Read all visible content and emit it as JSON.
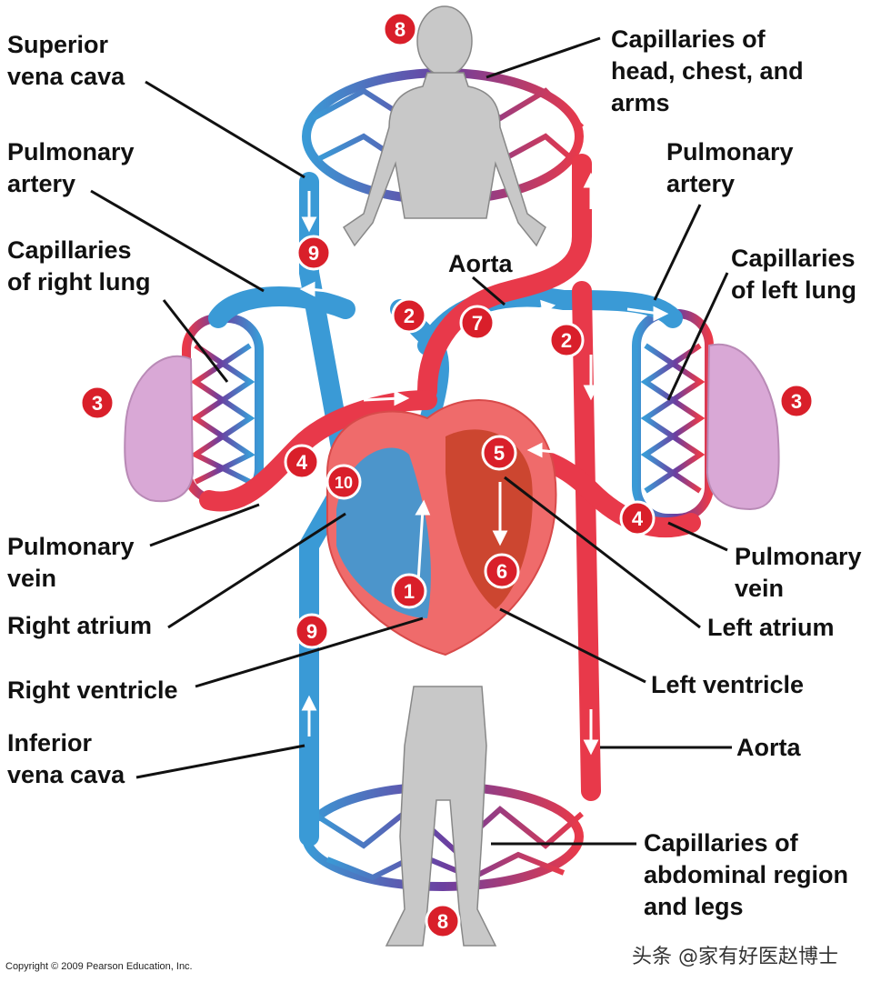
{
  "labels": {
    "superior_vena_cava": [
      "Superior",
      "vena cava"
    ],
    "capillaries_head": [
      "Capillaries of",
      "head, chest, and",
      "arms"
    ],
    "pulmonary_artery_left_side": [
      "Pulmonary",
      "artery"
    ],
    "pulmonary_artery_right_side": [
      "Pulmonary",
      "artery"
    ],
    "capillaries_right_lung": [
      "Capillaries",
      "of right lung"
    ],
    "capillaries_left_lung": [
      "Capillaries",
      "of left lung"
    ],
    "aorta_top": "Aorta",
    "pulmonary_vein_left_side": [
      "Pulmonary",
      "vein"
    ],
    "pulmonary_vein_right_side": [
      "Pulmonary",
      "vein"
    ],
    "right_atrium": "Right atrium",
    "left_atrium": "Left atrium",
    "right_ventricle": "Right ventricle",
    "left_ventricle": "Left ventricle",
    "inferior_vena_cava": [
      "Inferior",
      "vena cava"
    ],
    "aorta_bottom": "Aorta",
    "capillaries_abdominal": [
      "Capillaries of",
      "abdominal region",
      "and legs"
    ]
  },
  "badges": {
    "top_body": "8",
    "sup_vena": "9",
    "pulm_art_right": "2",
    "pulm_art_left": "2",
    "aorta": "7",
    "right_lung": "3",
    "left_lung": "3",
    "pulm_vein_right": "4",
    "pulm_vein_left": "4",
    "left_atrium": "5",
    "left_ventricle": "6",
    "right_atrium": "10",
    "right_ventricle": "1",
    "inf_vena": "9",
    "bottom_body": "8"
  },
  "copyright": "Copyright © 2009 Pearson Education, Inc.",
  "watermark": "头条 @家有好医赵博士",
  "colors": {
    "oxygenated": "#e8394a",
    "deoxygenated": "#3a9ad6",
    "capillary_mix": "#6b3fa0",
    "badge": "#d91f2a",
    "body": "#c8c8c8",
    "lung": "#d9a8d6",
    "heart": "#ef6b6b"
  }
}
